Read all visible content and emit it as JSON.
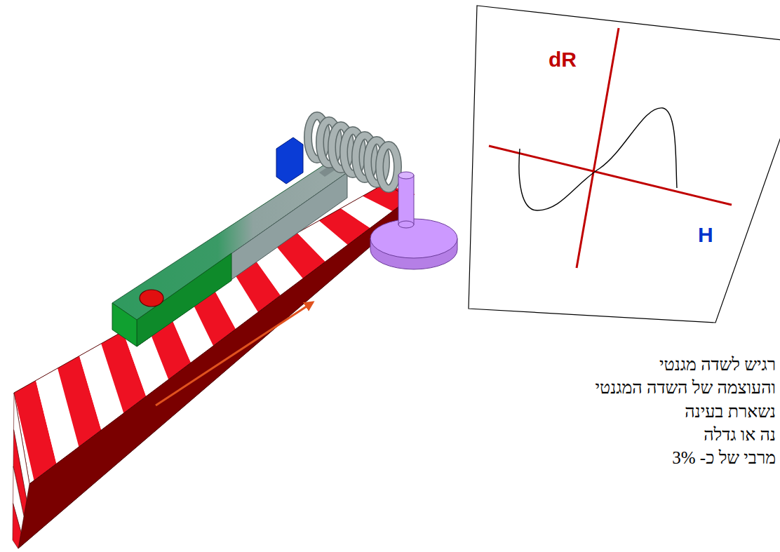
{
  "diagram": {
    "labels": [
      "dR",
      "H",
      "רגיש לשדה מגנטי",
      "והעוצמה של השדה המגנטי",
      "נשארת בעינה",
      "נה או גדלה",
      "מרבי של כ- 3%"
    ]
  }
}
